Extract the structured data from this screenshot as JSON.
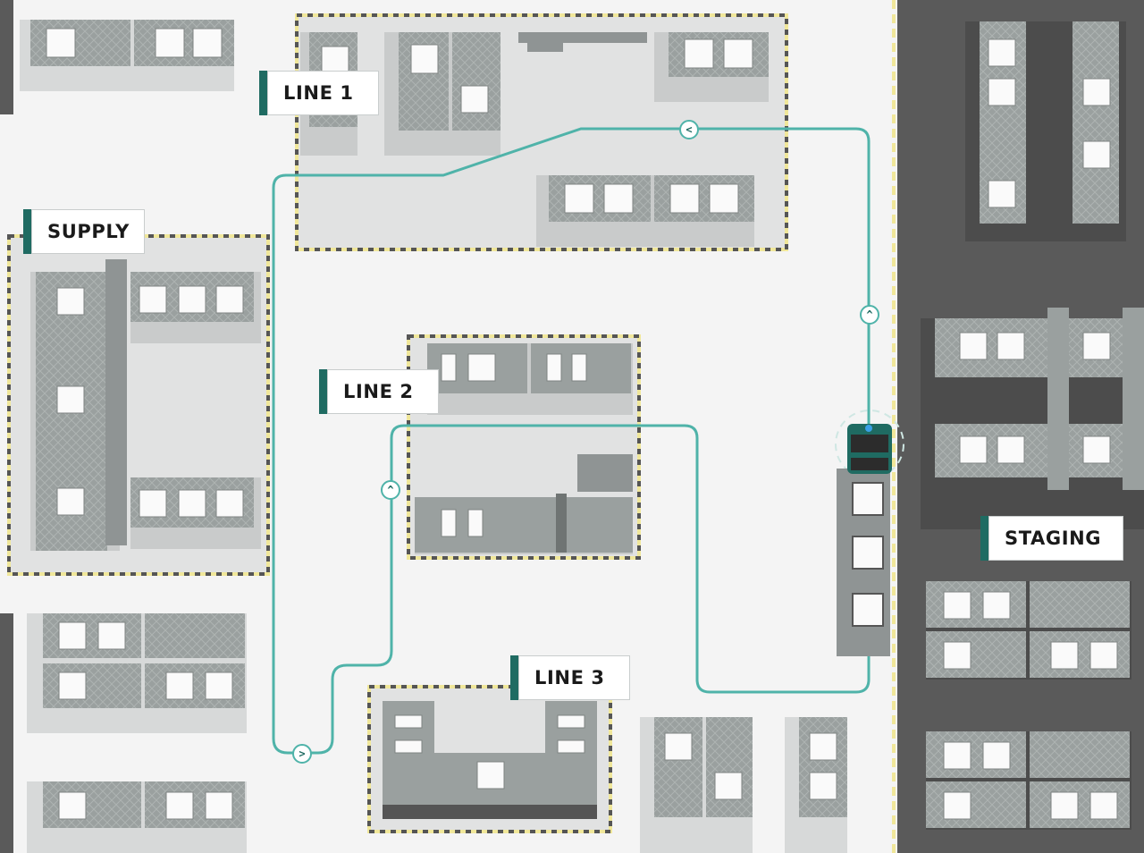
{
  "zones": {
    "line1": {
      "label": "LINE 1"
    },
    "line2": {
      "label": "LINE 2"
    },
    "line3": {
      "label": "LINE 3"
    },
    "supply": {
      "label": "SUPPLY"
    },
    "staging": {
      "label": "STAGING"
    }
  },
  "route": {
    "direction_markers": [
      "<",
      "^",
      "^",
      ">"
    ]
  },
  "colors": {
    "floor": "#f4f4f4",
    "dark_floor": "#5a5a5a",
    "route": "#4fb3a9",
    "zone_outline": "#f0e79a",
    "accent": "#1f6b62",
    "machine": "#a8acab",
    "machine_dark": "#8f9494"
  },
  "icons": {
    "vehicle": "agv-robot-icon",
    "direction": "direction-arrow-icon"
  }
}
